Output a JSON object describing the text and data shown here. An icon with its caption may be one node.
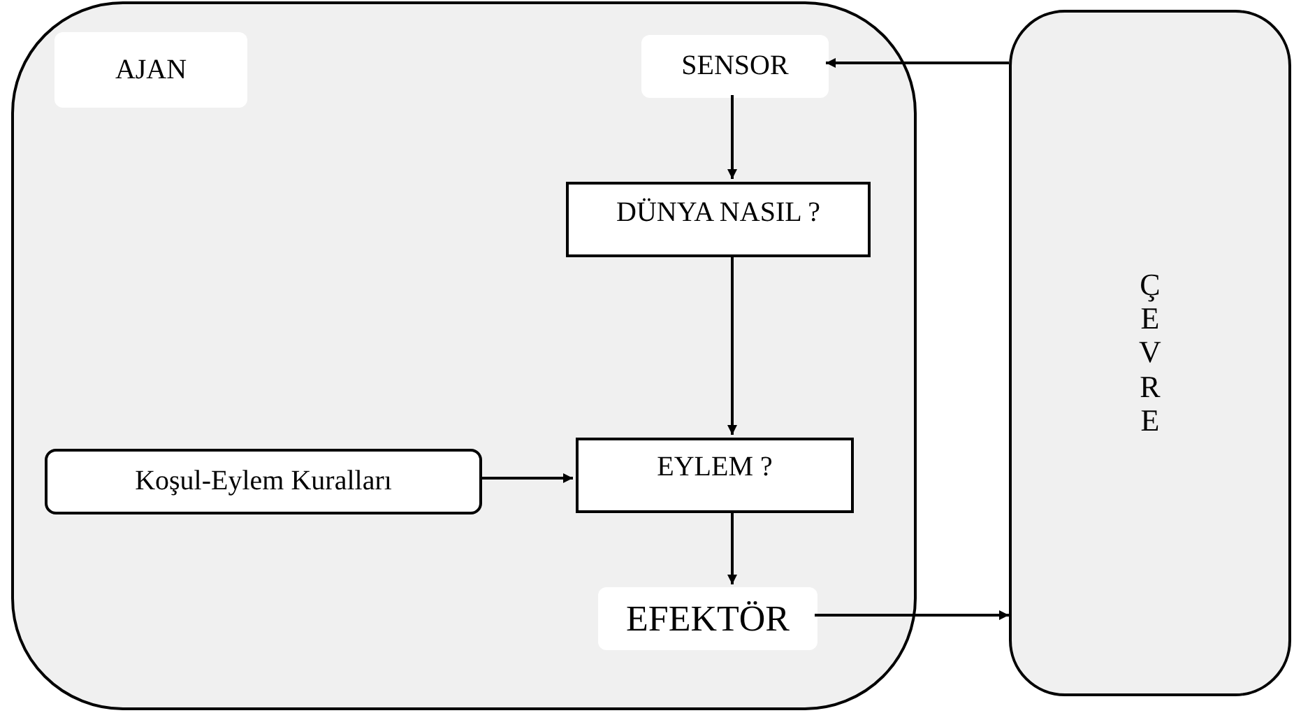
{
  "diagram": {
    "nodes": [
      {
        "text": [
          "AJAN"
        ]
      },
      {
        "text": [
          "SENSOR"
        ],
        "in": 0
      },
      {
        "text": [
          "DÜNYA NASIL ?"
        ],
        "in": 0
      },
      {
        "text": [
          "Koşul-Eylem Kuralları"
        ],
        "in": 0
      },
      {
        "text": [
          "EYLEM ?"
        ],
        "in": 0
      },
      {
        "text": [
          "EFEKTÖR"
        ],
        "in": 0
      },
      {
        "text": [
          "ÇEVRE"
        ]
      }
    ],
    "edges": [
      {
        "from": 6,
        "to": 1,
        "arrow": "to"
      },
      {
        "from": 1,
        "to": 2,
        "arrow": "to"
      },
      {
        "from": 2,
        "to": 4,
        "arrow": "to"
      },
      {
        "from": 3,
        "to": 4,
        "arrow": "to"
      },
      {
        "from": 4,
        "to": 5,
        "arrow": "to"
      },
      {
        "from": 5,
        "to": 6,
        "arrow": "to"
      }
    ]
  }
}
